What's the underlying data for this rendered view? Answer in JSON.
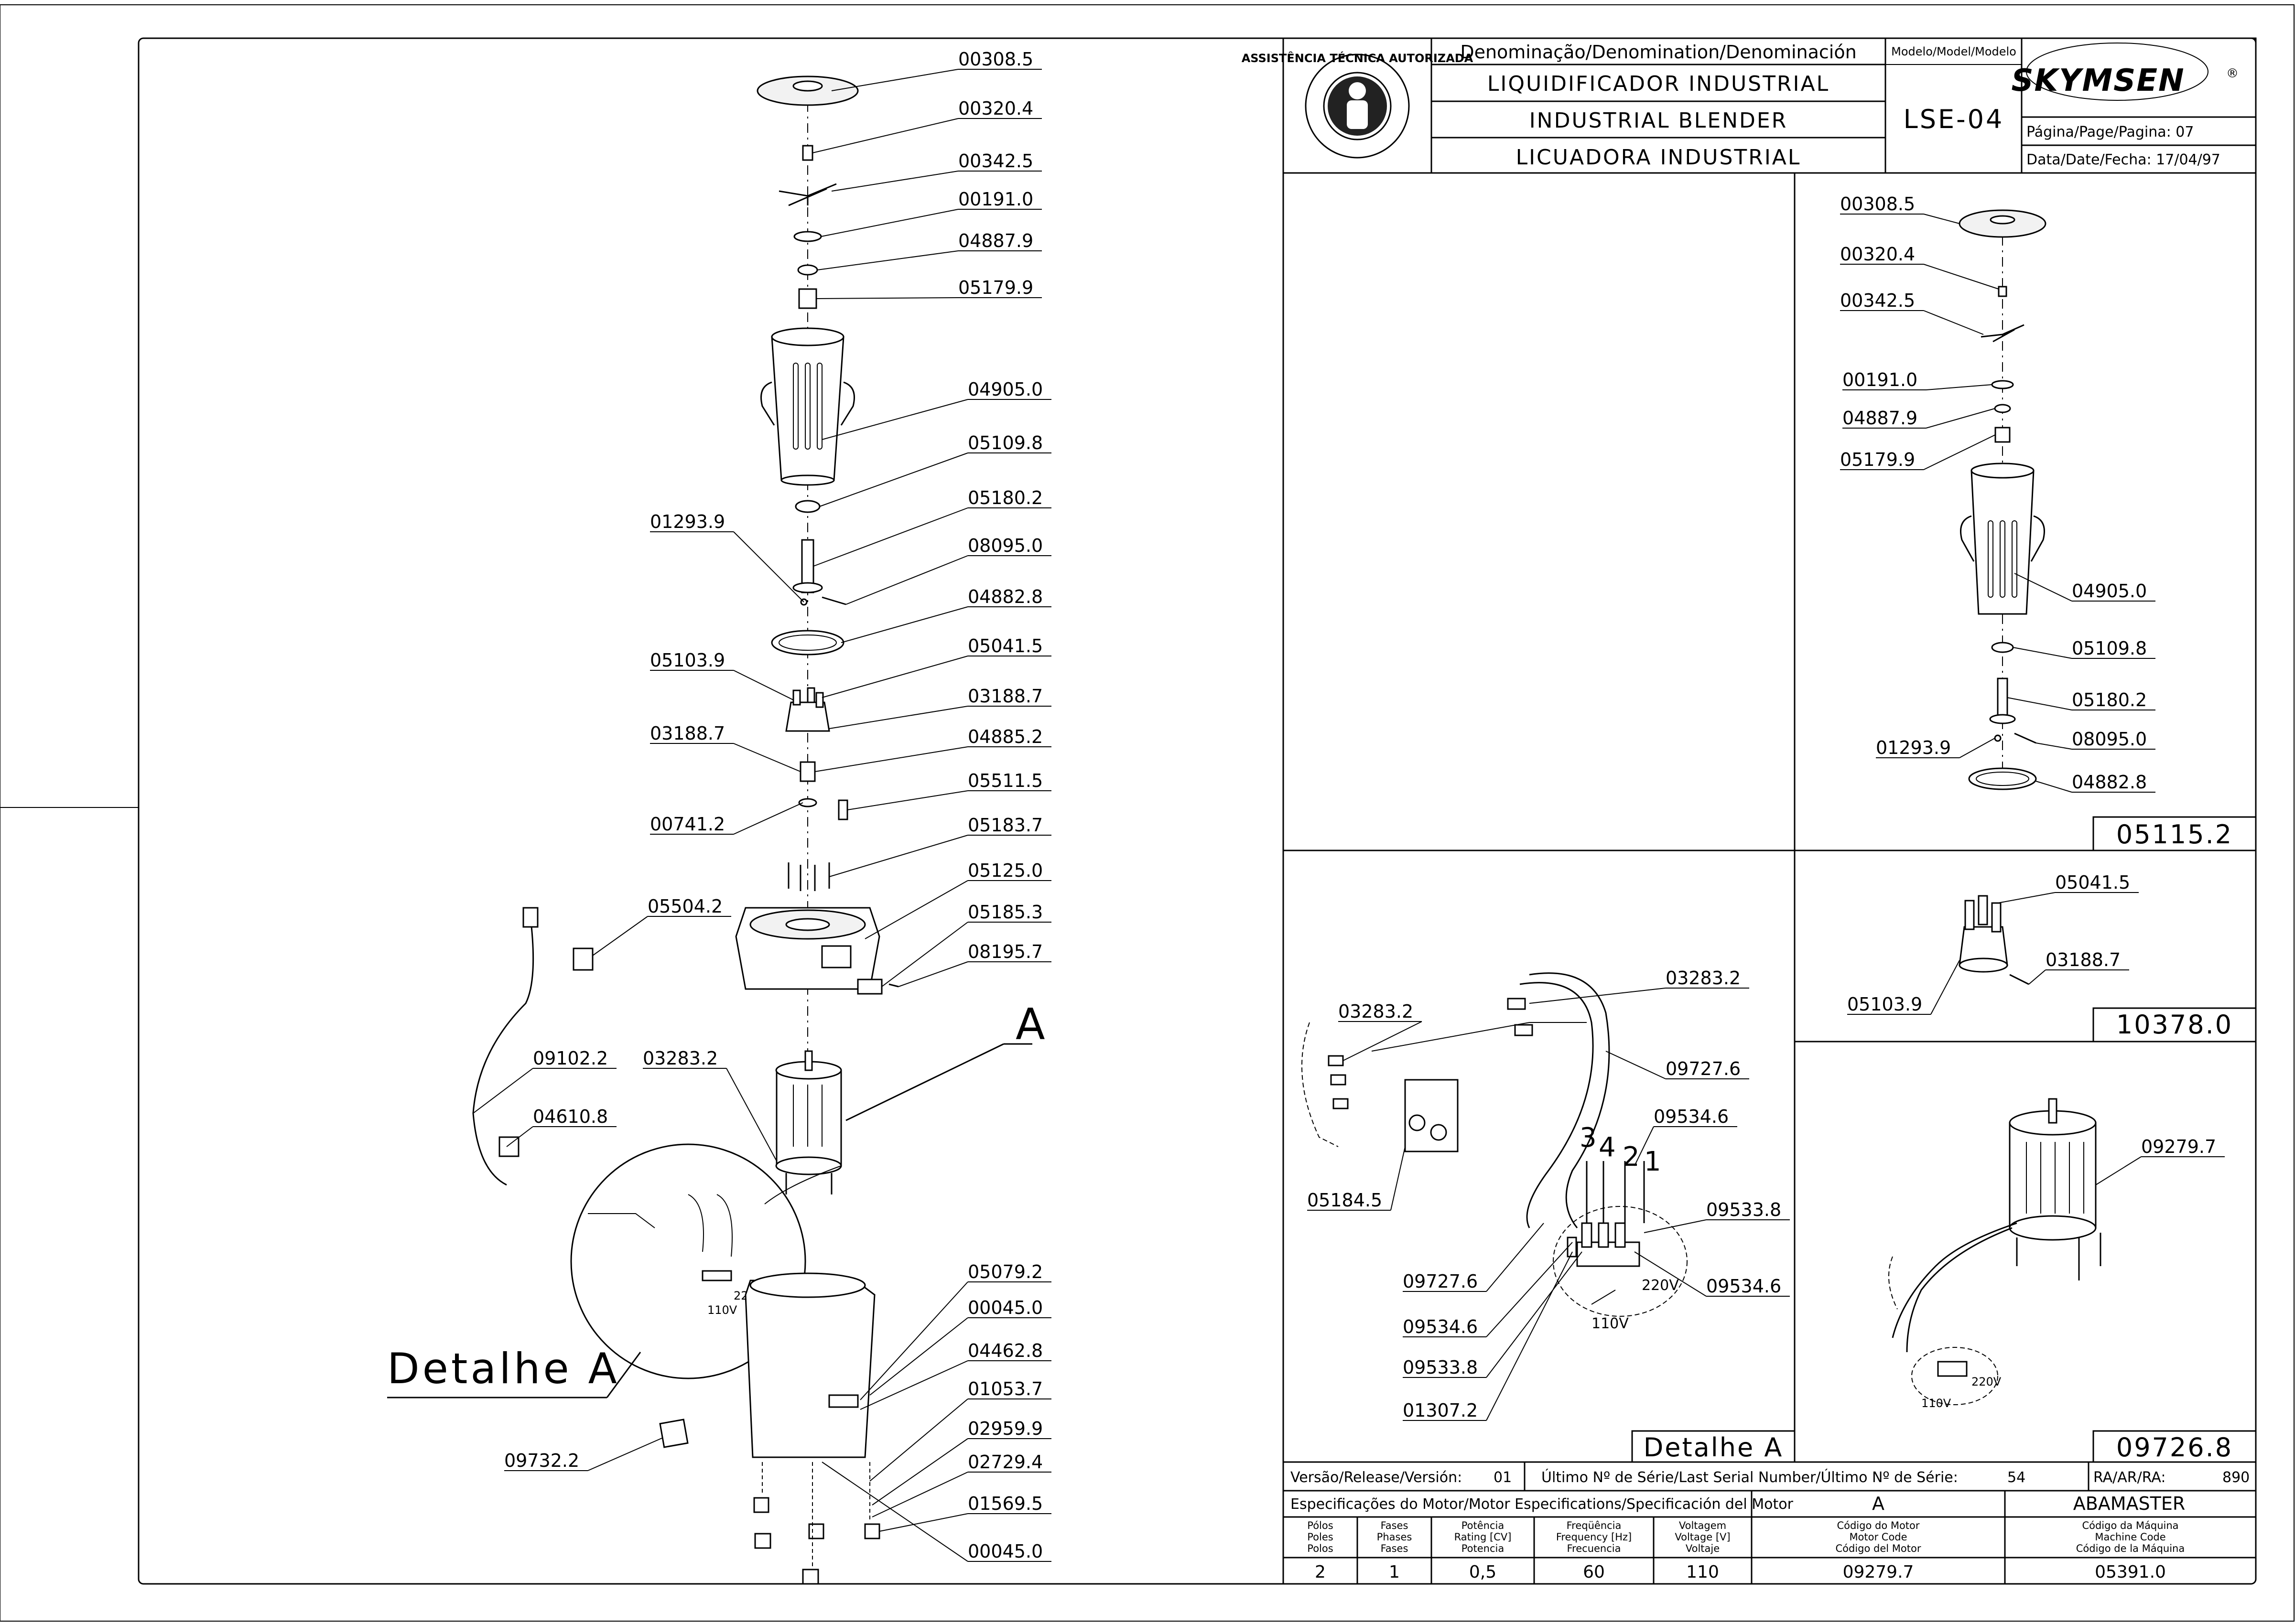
{
  "title_block": {
    "denomination_header": "Denominação/Denomination/Denominación",
    "name_pt": "LIQUIDIFICADOR INDUSTRIAL",
    "name_en": "INDUSTRIAL BLENDER",
    "name_es": "LICUADORA INDUSTRIAL",
    "model_header": "Modelo/Model/Modelo",
    "model": "LSE-04",
    "brand": "SKYMSEN",
    "brand_mark": "®",
    "page_label": "Página/Page/Pagina: 07",
    "date_label": "Data/Date/Fecha: 17/04/97",
    "badge_text": "ASSISTÊNCIA TÉCNICA AUTORIZADA"
  },
  "main_view": {
    "part_labels": [
      "00308.5",
      "00320.4",
      "00342.5",
      "00191.0",
      "04887.9",
      "05179.9",
      "04905.0",
      "05109.8",
      "05180.2",
      "08095.0",
      "04882.8",
      "05041.5",
      "03188.7",
      "04885.2",
      "05511.5",
      "05183.7",
      "05125.0",
      "05185.3",
      "08195.7",
      "01293.9",
      "05103.9",
      "03188.7",
      "00741.2",
      "05504.2",
      "09102.2",
      "03283.2",
      "04610.8",
      "05079.2",
      "00045.0",
      "04462.8",
      "01053.7",
      "02959.9",
      "02729.4",
      "01569.5",
      "00045.0",
      "09732.2"
    ],
    "callout_a": "A",
    "detail_label": "Detalhe A",
    "voltage_110": "110V",
    "voltage_220": "220V"
  },
  "assembly_05115": {
    "part_labels": [
      "00308.5",
      "00320.4",
      "00342.5",
      "00191.0",
      "04887.9",
      "05179.9",
      "04905.0",
      "05109.8",
      "05180.2",
      "08095.0",
      "01293.9",
      "04882.8"
    ],
    "code": "05115.2"
  },
  "assembly_10378": {
    "part_labels": [
      "05041.5",
      "03188.7",
      "05103.9"
    ],
    "code": "10378.0"
  },
  "detail_a": {
    "part_labels": [
      "03283.2",
      "03283.2",
      "09727.6",
      "09534.6",
      "09533.8",
      "05184.5",
      "09727.6",
      "09534.6",
      "09534.6",
      "09533.8",
      "01307.2"
    ],
    "terminal_numbers": [
      "3",
      "4",
      "2",
      "1"
    ],
    "voltage_110": "110V",
    "voltage_220": "220V",
    "title": "Detalhe A"
  },
  "motor_assembly": {
    "part_labels": [
      "09279.7"
    ],
    "code": "09726.8",
    "voltage_110": "110V",
    "voltage_220": "220V"
  },
  "specs": {
    "version_label": "Versão/Release/Versión:",
    "version": "01",
    "serial_label": "Último Nº de Série/Last Serial Number/Último Nº de Série:",
    "serial": "54",
    "ra_label": "RA/AR/RA:",
    "ra": "890",
    "motor_specs_header": "Especificações do Motor/Motor Especifications/Specificación del Motor",
    "motor_letter": "A",
    "machine_name": "ABAMASTER",
    "columns": [
      {
        "header": [
          "Pólos",
          "Poles",
          "Polos"
        ],
        "value": "2"
      },
      {
        "header": [
          "Fases",
          "Phases",
          "Fases"
        ],
        "value": "1"
      },
      {
        "header": [
          "Potência",
          "Rating [CV]",
          "Potencia"
        ],
        "value": "0,5"
      },
      {
        "header": [
          "Freqüência",
          "Frequency [Hz]",
          "Frecuencia"
        ],
        "value": "60"
      },
      {
        "header": [
          "Voltagem",
          "Voltage [V]",
          "Voltaje"
        ],
        "value": "110"
      },
      {
        "header": [
          "Código do Motor",
          "Motor Code",
          "Código del Motor"
        ],
        "value": "09279.7"
      },
      {
        "header": [
          "Código da Máquina",
          "Machine Code",
          "Código de la Máquina"
        ],
        "value": "05391.0"
      }
    ]
  }
}
